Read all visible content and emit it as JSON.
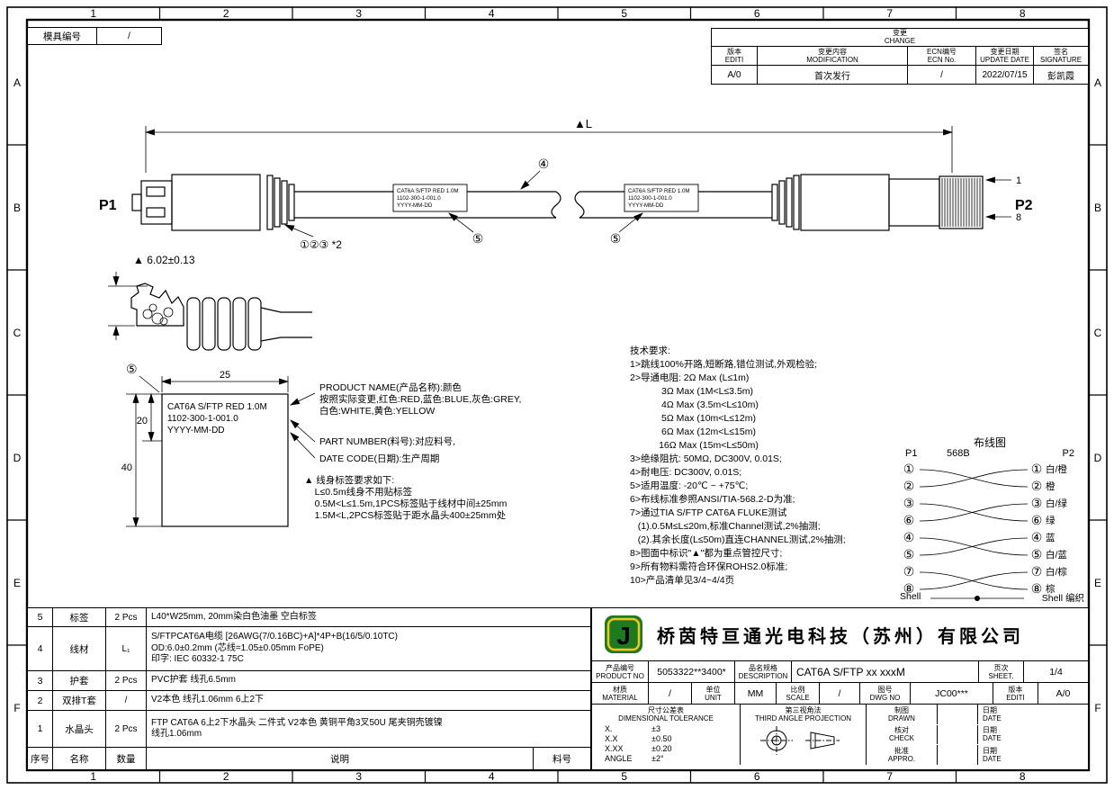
{
  "grid_refs": {
    "cols": [
      "1",
      "2",
      "3",
      "4",
      "5",
      "6",
      "7",
      "8"
    ],
    "rows": [
      "A",
      "B",
      "C",
      "D",
      "E",
      "F"
    ]
  },
  "mold": {
    "label": "模具编号",
    "value": "/"
  },
  "revision": {
    "title": "变更\nCHANGE",
    "h_edit": "版本\nEDITI",
    "h_mod": "变更内容\nMODIFICATION",
    "h_ecn": "ECN编号\nECN No.",
    "h_date": "变更日期\nUPDATE DATE",
    "h_sign": "签名\nSIGNATURE",
    "r_edit": "A/0",
    "r_mod": "首次发行",
    "r_ecn": "/",
    "r_date": "2022/07/15",
    "r_sign": "彭凯霞"
  },
  "drawing": {
    "p1": "P1",
    "p2": "P2",
    "length_dim": "▲L",
    "callout_123": "①②③ *2",
    "callout_4": "④",
    "callout_5": "⑤",
    "pin1": "1",
    "pin8": "8",
    "label_line1": "CAT6A S/FTP RED 1.0M",
    "label_line2": "1102-300-1-001.0",
    "label_line3": "YYYY-MM-DD",
    "detail_dim": "▲ 6.02±0.13"
  },
  "label_detail": {
    "callout_5": "⑤",
    "dim_w": "25",
    "dim_h_label": "20",
    "dim_h_total": "40",
    "text": "CAT6A S/FTP RED 1.0M\n1102-300-1-001.0\nYYYY-MM-DD",
    "ann_product": "PRODUCT NAME(产品名称):颜色\n按照实际变更,红色:RED,蓝色:BLUE,灰色:GREY,\n白色:WHITE,黄色:YELLOW",
    "ann_part": "PART NUMBER(料号):对应料号,",
    "ann_date": "DATE CODE(日期):生产周期",
    "notes": "▲ 线身标签要求如下:\n    L≤0.5m线身不用贴标签\n    0.5M<L≤1.5m,1PCS标签贴于线材中间±25mm\n    1.5M<L,2PCS标签贴于距水晶头400±25mm处"
  },
  "tech": {
    "text": "技术要求:\n1>跳线100%开路,短断路,错位测试,外观检验;\n2>导通电阻: 2Ω Max (L≤1m)\n            3Ω Max (1M<L≤3.5m)\n            4Ω Max (3.5m<L≤10m)\n            5Ω Max (10m<L≤12m)\n            6Ω Max (12m<L≤15m)\n           16Ω Max (15m<L≤50m)\n3>绝缘阻抗: 50MΩ, DC300V, 0.01S;\n4>耐电压: DC300V, 0.01S;\n5>适用温度: -20℃ ~ +75℃;\n6>布线标准参照ANSI/TIA-568.2-D为准;\n7>通过TIA S/FTP CAT6A FLUKE测试\n   (1).0.5M≤L≤20m,标准Channel测试,2%抽测;\n   (2).其余长度(L≤50m)直连CHANNEL测试,2%抽测;\n8>图面中标识\"▲\"都为重点管控尺寸;\n9>所有物料需符合环保ROHS2.0标准;\n10>产品清单见3/4~4/4页"
  },
  "wiring": {
    "title": "布线图",
    "standard": "568B",
    "p1": "P1",
    "p2": "P2",
    "pins": [
      "①",
      "②",
      "③",
      "⑥",
      "④",
      "⑤",
      "⑦",
      "⑧"
    ],
    "colors": [
      "白/橙",
      "橙",
      "白/绿",
      "绿",
      "蓝",
      "白/蓝",
      "白/棕",
      "棕"
    ],
    "shell_left": "Shell",
    "shell_right": "Shell 编织"
  },
  "bom": {
    "rows": [
      {
        "no": "5",
        "name": "标签",
        "qty": "2 Pcs",
        "desc": "L40*W25mm, 20mm染白色油墨 空白标签"
      },
      {
        "no": "4",
        "name": "线材",
        "qty": "L₁",
        "desc": "S/FTPCAT6A电缆 [26AWG(7/0.16BC)+A]*4P+B(16/5/0.10TC)\nOD:6.0±0.2mm (芯线=1.05±0.05mm FoPE)\n印字: IEC 60332-1 75C"
      },
      {
        "no": "3",
        "name": "护套",
        "qty": "2 Pcs",
        "desc": "PVC护套 线孔6.5mm"
      },
      {
        "no": "2",
        "name": "双排T套",
        "qty": "/",
        "desc": "V2本色 线孔1.06mm 6上2下"
      },
      {
        "no": "1",
        "name": "水晶头",
        "qty": "2 Pcs",
        "desc": "FTP CAT6A 6上2下水晶头 二件式 V2本色 黄铜平角3叉50U 尾夹铜壳镀镍\n线孔1.06mm"
      }
    ],
    "f_no": "序号",
    "f_name": "名称",
    "f_qty": "数量",
    "f_desc": "说明",
    "f_part": "料号"
  },
  "title_block": {
    "company": "桥茵特亘通光电科技（苏州）有限公司",
    "logo_letter": "J",
    "logo_green": "#1e7a1e",
    "logo_yellow": "#f5c518",
    "product_no_label": "产品编号\nPRODUCT NO",
    "product_no": "5053322**3400*",
    "desc_label": "品名规格\nDESCRIPTION",
    "description": "CAT6A S/FTP xx xxxM",
    "sheet_label": "页次\nSHEET.",
    "sheet": "1/4",
    "material_label": "材质\nMATERIAL",
    "material": "/",
    "unit_label": "单位\nUNIT",
    "unit": "MM",
    "scale_label": "比例\nSCALE",
    "scale": "/",
    "dwg_label": "图号\nDWG NO",
    "dwg_no": "JC00***",
    "edit_label": "版本\nEDITI",
    "edition": "A/0",
    "tol_title": "尺寸公差表\nDIMENSIONAL TOLERANCE",
    "tol": [
      {
        "k": "X.",
        "v": "±3"
      },
      {
        "k": "X.X",
        "v": "±0.50"
      },
      {
        "k": "X.XX",
        "v": "±0.20"
      },
      {
        "k": "ANGLE",
        "v": "±2°"
      }
    ],
    "proj_title": "第三视角法\nTHIRD ANGLE PROJECTION",
    "drawn_label": "制图\nDRAWN",
    "check_label": "核对\nCHECK",
    "appro_label": "批准\nAPPRO.",
    "date_label": "日期\nDATE"
  }
}
